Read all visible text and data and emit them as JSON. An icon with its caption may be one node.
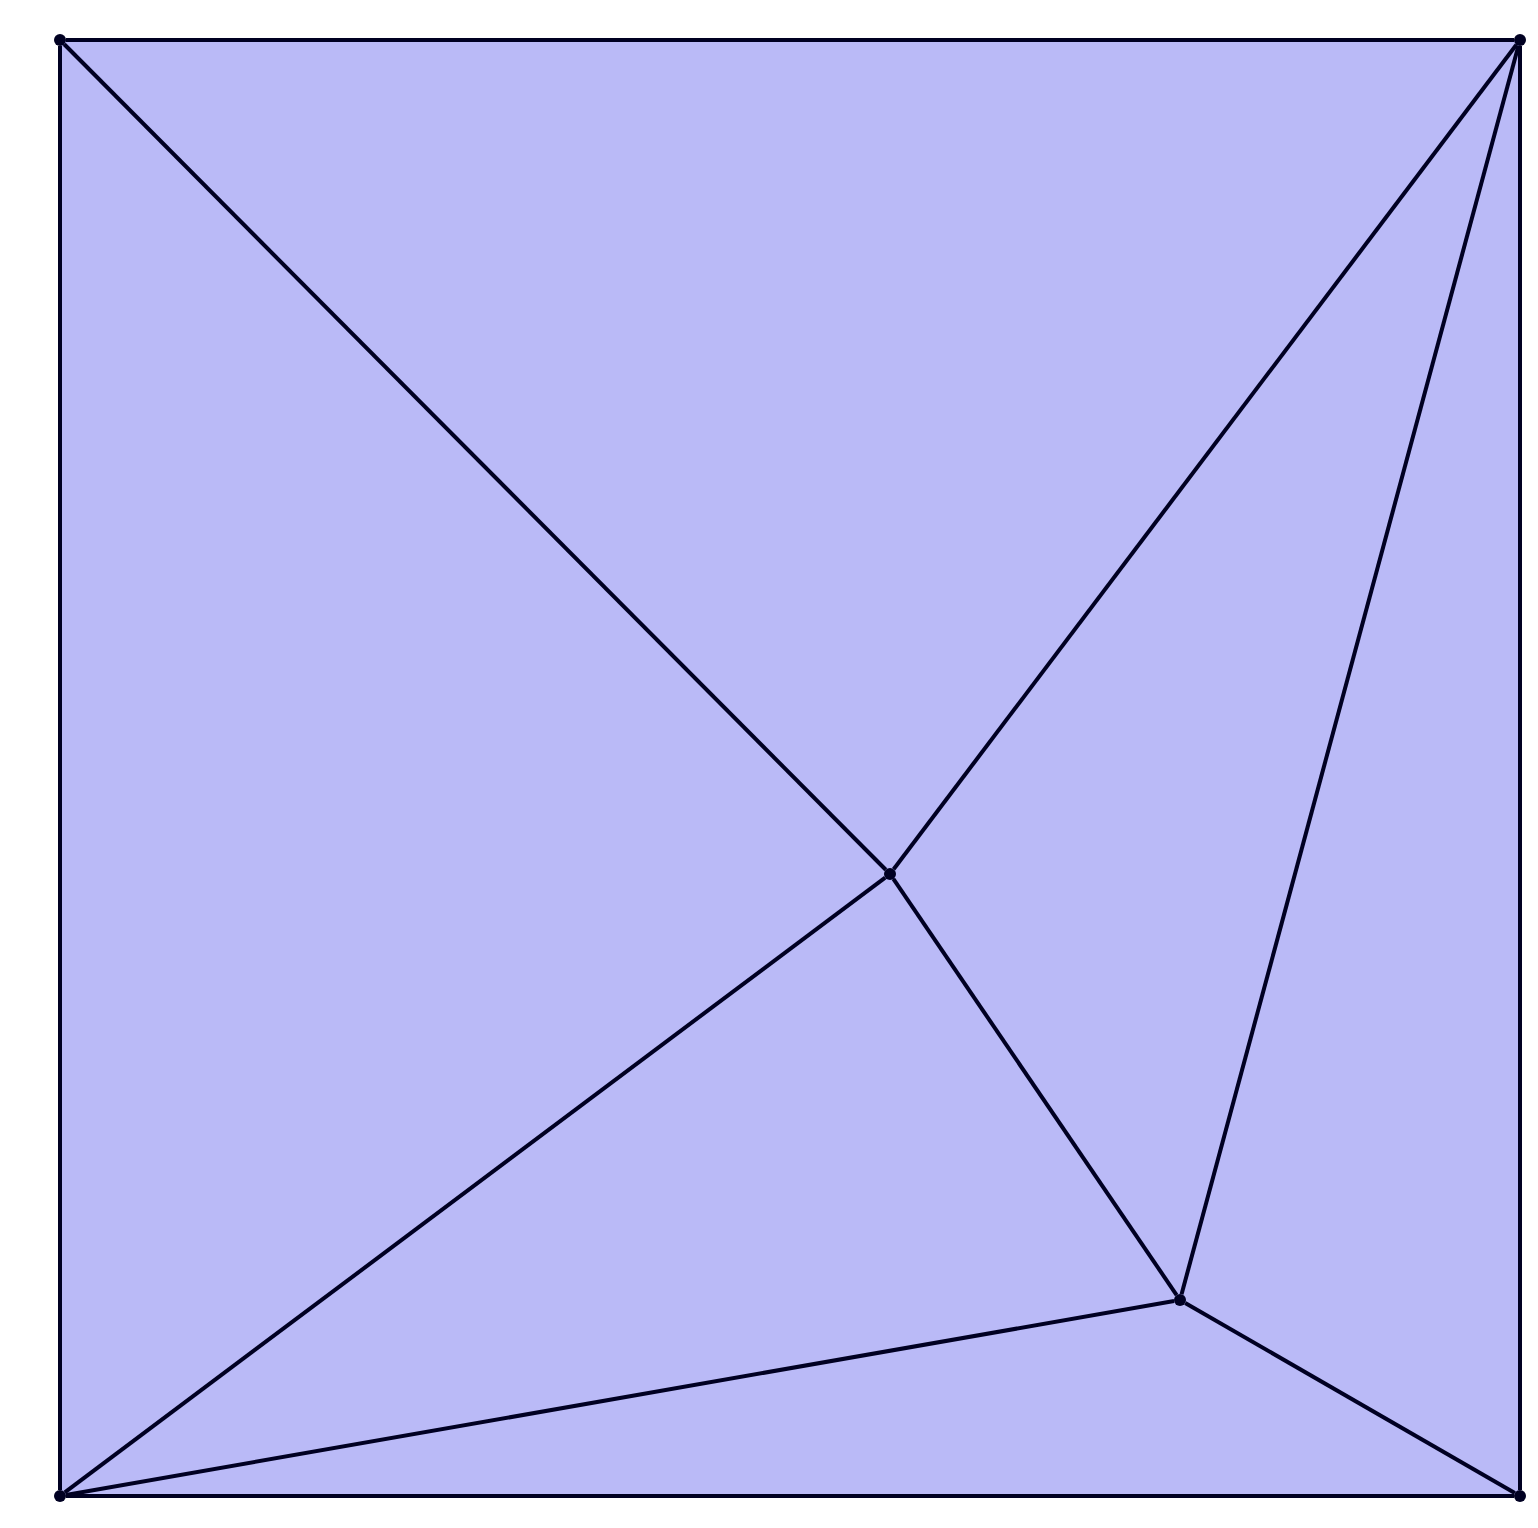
{
  "diagram": {
    "nodes": [
      {
        "text": [],
        "shape": "circle"
      },
      {
        "text": [],
        "shape": "circle"
      },
      {
        "text": [],
        "shape": "circle"
      },
      {
        "text": [],
        "shape": "circle"
      },
      {
        "text": [],
        "shape": "circle"
      },
      {
        "text": [],
        "shape": "circle"
      }
    ],
    "edges": [
      {
        "from": 0,
        "to": 1,
        "arrow": "none"
      },
      {
        "from": 1,
        "to": 5,
        "arrow": "none"
      },
      {
        "from": 5,
        "to": 4,
        "arrow": "none"
      },
      {
        "from": 4,
        "to": 0,
        "arrow": "none"
      },
      {
        "from": 0,
        "to": 2,
        "arrow": "none"
      },
      {
        "from": 2,
        "to": 1,
        "arrow": "none"
      },
      {
        "from": 2,
        "to": 4,
        "arrow": "none"
      },
      {
        "from": 2,
        "to": 3,
        "arrow": "none"
      },
      {
        "from": 3,
        "to": 1,
        "arrow": "none"
      },
      {
        "from": 3,
        "to": 4,
        "arrow": "none"
      },
      {
        "from": 3,
        "to": 5,
        "arrow": "none"
      }
    ]
  }
}
